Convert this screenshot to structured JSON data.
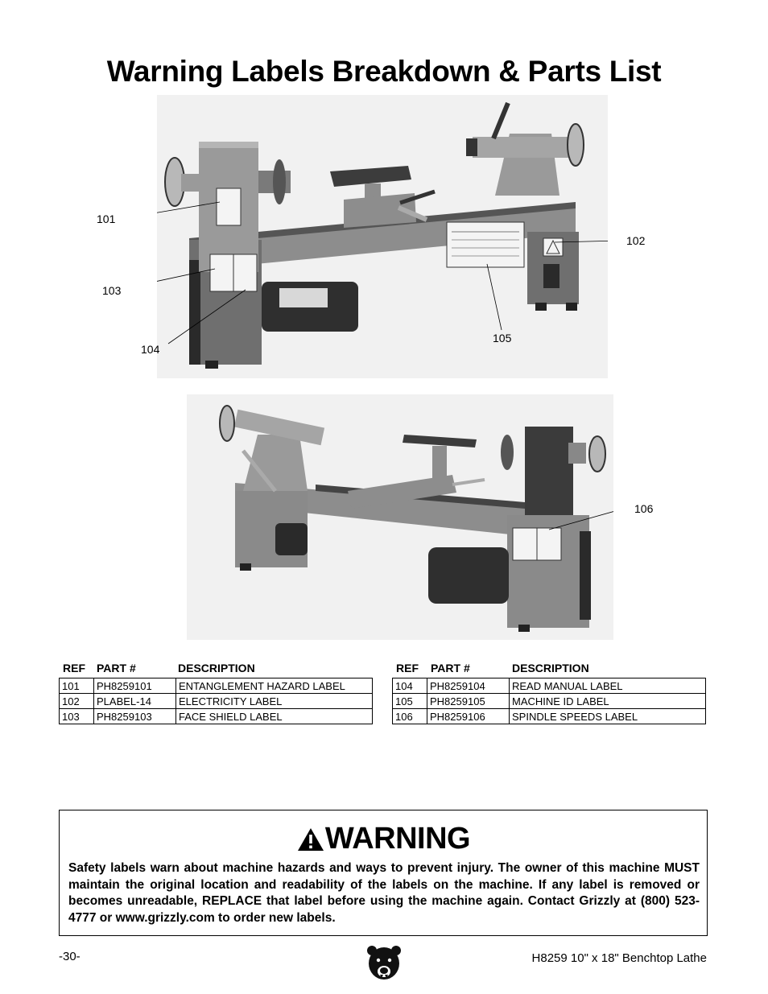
{
  "page": {
    "title": "Warning Labels Breakdown & Parts List",
    "page_number": "-30-",
    "model_text": "H8259 10\" x 18\" Benchtop Lathe"
  },
  "callouts": {
    "c101": "101",
    "c102": "102",
    "c103": "103",
    "c104": "104",
    "c105": "105",
    "c106": "106"
  },
  "table_headers": {
    "ref": "REF",
    "part": "PART #",
    "description": "DESCRIPTION"
  },
  "parts_left": [
    {
      "ref": "101",
      "part": "PH8259101",
      "description": "ENTANGLEMENT HAZARD LABEL"
    },
    {
      "ref": "102",
      "part": "PLABEL-14",
      "description": "ELECTRICITY LABEL"
    },
    {
      "ref": "103",
      "part": "PH8259103",
      "description": "FACE SHIELD LABEL"
    }
  ],
  "parts_right": [
    {
      "ref": "104",
      "part": "PH8259104",
      "description": "READ MANUAL LABEL"
    },
    {
      "ref": "105",
      "part": "PH8259105",
      "description": "MACHINE ID LABEL"
    },
    {
      "ref": "106",
      "part": "PH8259106",
      "description": "SPINDLE SPEEDS LABEL"
    }
  ],
  "warning": {
    "heading": "WARNING",
    "body": "Safety labels warn about machine hazards and ways to prevent injury. The owner of this machine MUST maintain the original location and readability of the labels on the machine. If any label is removed or becomes unreadable, REPLACE that label before using the machine again. Contact Grizzly at (800) 523-4777 or www.grizzly.com to order new labels."
  },
  "colors": {
    "machine_body": "#8d8d8d",
    "machine_dark": "#3a3a3a",
    "label_white": "#f4f4f4"
  },
  "icons": [
    "warning-triangle-icon",
    "grizzly-bear-logo-icon"
  ]
}
